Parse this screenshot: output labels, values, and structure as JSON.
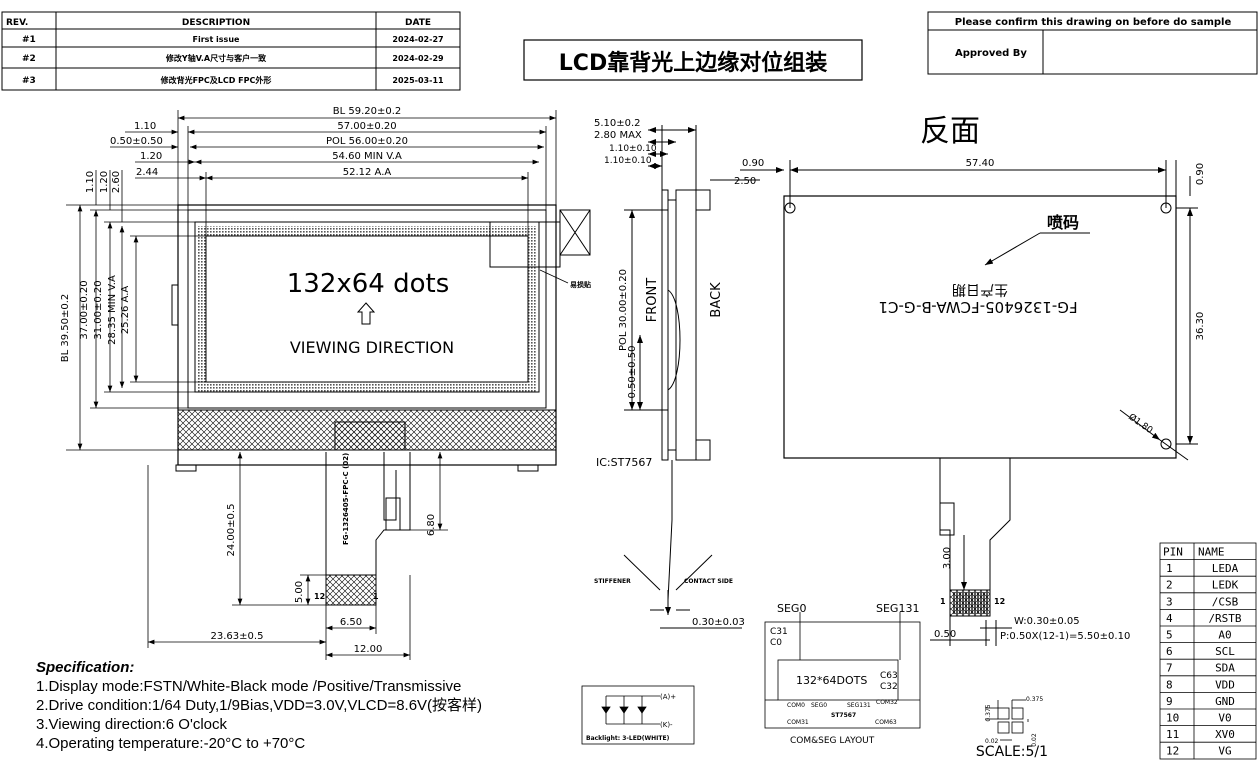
{
  "revision_table": {
    "headers": [
      "REV.",
      "DESCRIPTION",
      "DATE"
    ],
    "rows": [
      {
        "rev": "#1",
        "desc": "First issue",
        "date": "2024-02-27"
      },
      {
        "rev": "#2",
        "desc": "修改Y轴V.A尺寸与客户一致",
        "date": "2024-02-29"
      },
      {
        "rev": "#3",
        "desc": "修改背光FPC及LCD FPC外形",
        "date": "2025-03-11"
      }
    ]
  },
  "main_title": "LCD靠背光上边缘对位组装",
  "approval": {
    "confirm_text": "Please confirm this drawing on before do sample",
    "approved_by": "Approved By"
  },
  "front_view": {
    "screen_text": "132x64 dots",
    "viewing_direction": "VIEWING DIRECTION",
    "dims_top": [
      "BL 59.20±0.2",
      "1.10",
      "57.00±0.20",
      "0.50±0.50",
      "POL 56.00±0.20",
      "1.20",
      "54.60 MIN V.A",
      "2.44",
      "52.12 A.A"
    ],
    "dims_left": [
      "BL 39.50±0.2",
      "37.00±0.20",
      "31.00±0.20",
      "28.35 MIN V.A",
      "25.26 A.A",
      "1.10",
      "1.20",
      "2.60"
    ],
    "dims_bottom": [
      "24.00±0.5",
      "6.80",
      "5.00",
      "6.50",
      "23.63±0.5",
      "12.00"
    ],
    "fpc_label": "FG-1326405-FPC-C (02)",
    "fpc_pin_left": "12",
    "fpc_pin_right": "1",
    "note_label": "易损贴"
  },
  "side_view": {
    "dims": [
      "5.10±0.2",
      "2.80 MAX",
      "1.10±0.10",
      "1.10±0.10",
      "POL 30.00±0.20",
      "0.50±0.50",
      "0.30±0.03"
    ],
    "front": "FRONT",
    "back": "BACK",
    "ic": "IC:ST7567",
    "stiffener": "STIFFENER",
    "contact_side": "CONTACT SIDE"
  },
  "back_view": {
    "title": "反面",
    "dims": [
      "0.90",
      "57.40",
      "0.90",
      "2.50",
      "36.30",
      "Ø1.80"
    ],
    "inkjet": "喷码",
    "part_number": "FG-1326405-FCWA-B-G-C1",
    "date_label": "生产日期",
    "fpc_dims": [
      "3.00",
      "W:0.30±0.05",
      "0.50",
      "P:0.50X(12-1)=5.50±0.10"
    ],
    "pin_left": "1",
    "pin_right": "12"
  },
  "pin_table": {
    "headers": [
      "PIN",
      "NAME"
    ],
    "rows": [
      [
        "1",
        "LEDA"
      ],
      [
        "2",
        "LEDK"
      ],
      [
        "3",
        "/CSB"
      ],
      [
        "4",
        "/RSTB"
      ],
      [
        "5",
        "A0"
      ],
      [
        "6",
        "SCL"
      ],
      [
        "7",
        "SDA"
      ],
      [
        "8",
        "VDD"
      ],
      [
        "9",
        "GND"
      ],
      [
        "10",
        "V0"
      ],
      [
        "11",
        "XV0"
      ],
      [
        "12",
        "VG"
      ]
    ]
  },
  "com_seg": {
    "seg0": "SEG0",
    "seg131": "SEG131",
    "c31": "C31",
    "c0": "C0",
    "dots": "132*64DOTS",
    "c63": "C63",
    "c32": "C32",
    "com0": "COM0",
    "seg0b": "SEG0",
    "seg131b": "SEG131",
    "com32": "COM32",
    "com31": "COM31",
    "st7567": "ST7567",
    "com63": "COM63",
    "caption": "COM&SEG LAYOUT"
  },
  "backlight": {
    "a": "(A)+",
    "k": "(K)-",
    "caption": "Backlight: 3-LED(WHITE)"
  },
  "scale_detail": {
    "d1": "0.375",
    "d2": "0.375",
    "d3": "0.02",
    "d4": "0.02",
    "scale": "SCALE:5/1"
  },
  "specification": {
    "title": "Specification:",
    "items": [
      "1.Display mode:FSTN/White-Black mode /Positive/Transmissive",
      "2.Drive condition:1/64 Duty,1/9Bias,VDD=3.0V,VLCD=8.6V(按客样)",
      "3.Viewing direction:6 O'clock",
      "4.Operating temperature:-20°C to +70°C"
    ]
  }
}
